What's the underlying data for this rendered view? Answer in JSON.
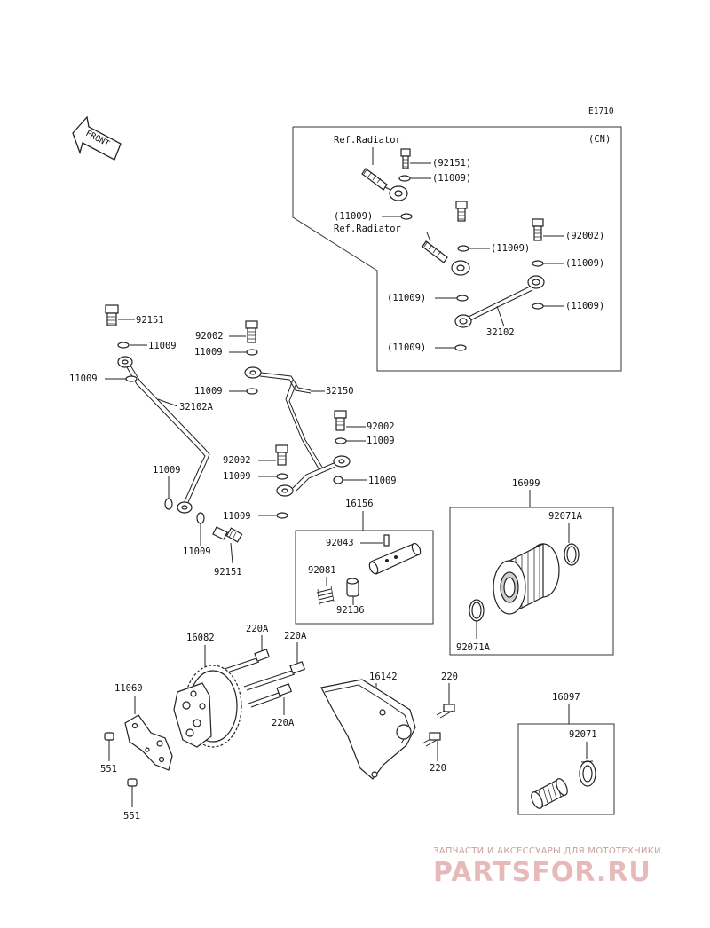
{
  "diagram_code": "E1710",
  "inset": {
    "variant": "(CN)",
    "ref_radiator_1": "Ref.Radiator",
    "ref_radiator_2": "Ref.Radiator",
    "labels": {
      "l92151": "(92151)",
      "l11009a": "(11009)",
      "l11009b": "(11009)",
      "l92002": "(92002)",
      "l11009c": "(11009)",
      "l11009d": "(11009)",
      "l11009e": "(11009)",
      "l11009f": "(11009)",
      "l11009g": "(11009)",
      "l32102": "32102"
    }
  },
  "front_label": "FRONT",
  "labels": {
    "p92151_top": "92151",
    "p11009_1": "11009",
    "p11009_2": "11009",
    "p32102A": "32102A",
    "p92002_1": "92002",
    "p11009_3": "11009",
    "p11009_4": "11009",
    "p32150": "32150",
    "p92002_2": "92002",
    "p11009_5": "11009",
    "p92002_3": "92002",
    "p11009_6": "11009",
    "p11009_7": "11009",
    "p11009_8": "11009",
    "p11009_9": "11009",
    "p11009_10": "11009",
    "p92151_bot": "92151",
    "p16156": "16156",
    "p92043": "92043",
    "p92081": "92081",
    "p92136": "92136",
    "p16099": "16099",
    "p92071A_1": "92071A",
    "p92071A_2": "92071A",
    "p220A_1": "220A",
    "p220A_2": "220A",
    "p220A_3": "220A",
    "p16082": "16082",
    "p11060": "11060",
    "p551_1": "551",
    "p551_2": "551",
    "p16142": "16142",
    "p220_1": "220",
    "p220_2": "220",
    "p16097": "16097",
    "p92071": "92071"
  },
  "watermark": {
    "tagline": "ЗАПЧАСТИ И АКСЕССУАРЫ ДЛЯ МОТОТЕХНИКИ",
    "brand": "PARTSFOR.RU"
  }
}
